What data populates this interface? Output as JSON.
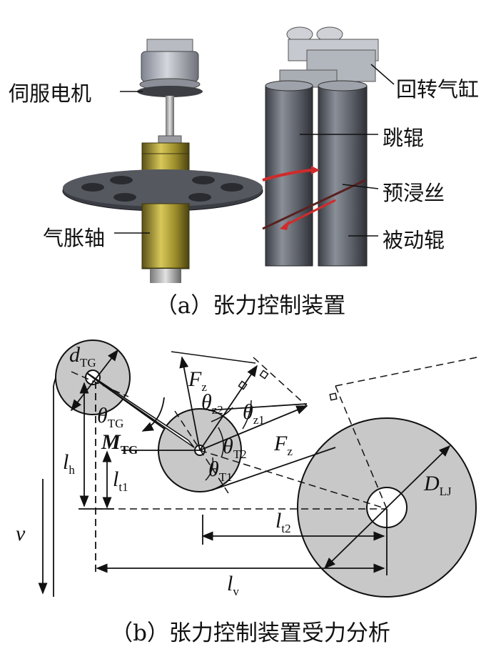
{
  "panel_a": {
    "labels": {
      "servo_motor": "伺服电机",
      "rotary_cylinder": "回转气缸",
      "dancer_roller": "跳辊",
      "prepreg_tow": "预浸丝",
      "air_shaft": "气胀轴",
      "driven_roller": "被动辊"
    },
    "caption": "（a）张力控制装置"
  },
  "panel_b": {
    "symbols": {
      "d_tg": {
        "main": "d",
        "sub": "TG"
      },
      "theta_tg": {
        "main": "θ",
        "sub": "TG"
      },
      "m_tg": {
        "main": "M",
        "sub": "TG"
      },
      "l_h": {
        "main": "l",
        "sub": "h"
      },
      "l_t1": {
        "main": "l",
        "sub": "t1"
      },
      "v": {
        "main": "v"
      },
      "f_z_top": {
        "main": "F",
        "sub": "z"
      },
      "theta_z2": {
        "main": "θ",
        "sub": "z2"
      },
      "theta_z1": {
        "main": "θ",
        "sub": "z1"
      },
      "f_z_right": {
        "main": "F",
        "sub": "z"
      },
      "theta_t2": {
        "main": "θ",
        "sub": "T2"
      },
      "theta_t1": {
        "main": "θ",
        "sub": "T1"
      },
      "d_lj": {
        "main": "D",
        "sub": "LJ"
      },
      "l_t2": {
        "main": "l",
        "sub": "t2"
      },
      "l_v": {
        "main": "l",
        "sub": "v"
      }
    },
    "caption": "（b）张力控制装置受力分析"
  },
  "colors": {
    "disk_fill": "#c8c8c8",
    "line": "#111111",
    "red_arrow": "#d22a2a",
    "bobbin": "#c9b84a"
  }
}
